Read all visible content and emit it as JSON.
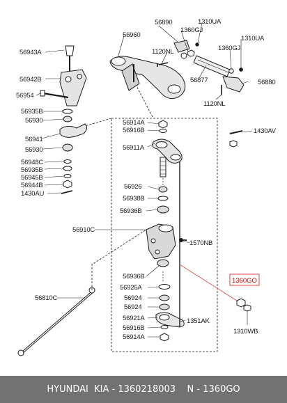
{
  "colors": {
    "footer_bg": "#727272",
    "footer_text": "#ffffff",
    "highlight": "#e05050",
    "ink": "#1a1a1a"
  },
  "labels": {
    "p56890": "56890",
    "p1310UA_a": "1310UA",
    "p1360GJ_a": "1360GJ",
    "p1310UA_b": "1310UA",
    "p56960": "56960",
    "p56943A": "56943A",
    "p1120NL_a": "1120NL",
    "p1360GJ_b": "1360GJ",
    "p56942B": "56942B",
    "p56877": "56877",
    "p56880": "56880",
    "p56954": "56954",
    "p1120NL_b": "1120NL",
    "p56935B_a": "56935B",
    "p56930_a": "56930",
    "p56914A_a": "56914A",
    "p56916B_a": "56916B",
    "p1430AV": "1430AV",
    "p56941": "56941",
    "p56930_b": "56930",
    "p56911A": "56911A",
    "p56948C": "56948C",
    "p56935B_b": "56935B",
    "p56945B": "56945B",
    "p56944B": "56944B",
    "p1430AU": "1430AU",
    "p56926": "56926",
    "p56938B": "56938B",
    "p56936B_a": "56936B",
    "p56910C": "56910C",
    "p1570NB": "1570NB",
    "p56936B_b": "56936B",
    "p1360GO": "1360GO",
    "p56925A": "56925A",
    "p56810C": "56810C",
    "p56924_a": "56924",
    "p56924_b": "56924",
    "p56921A": "56921A",
    "p1351AK": "1351AK",
    "p56916B_b": "56916B",
    "p1310WB": "1310WB",
    "p56914A_b": "56914A"
  },
  "footer": {
    "brand": "HYUNDAI  KIA",
    "sep1": " - ",
    "part_number": "1360218003",
    "sep2": "    N - ",
    "code": "1360GO"
  }
}
